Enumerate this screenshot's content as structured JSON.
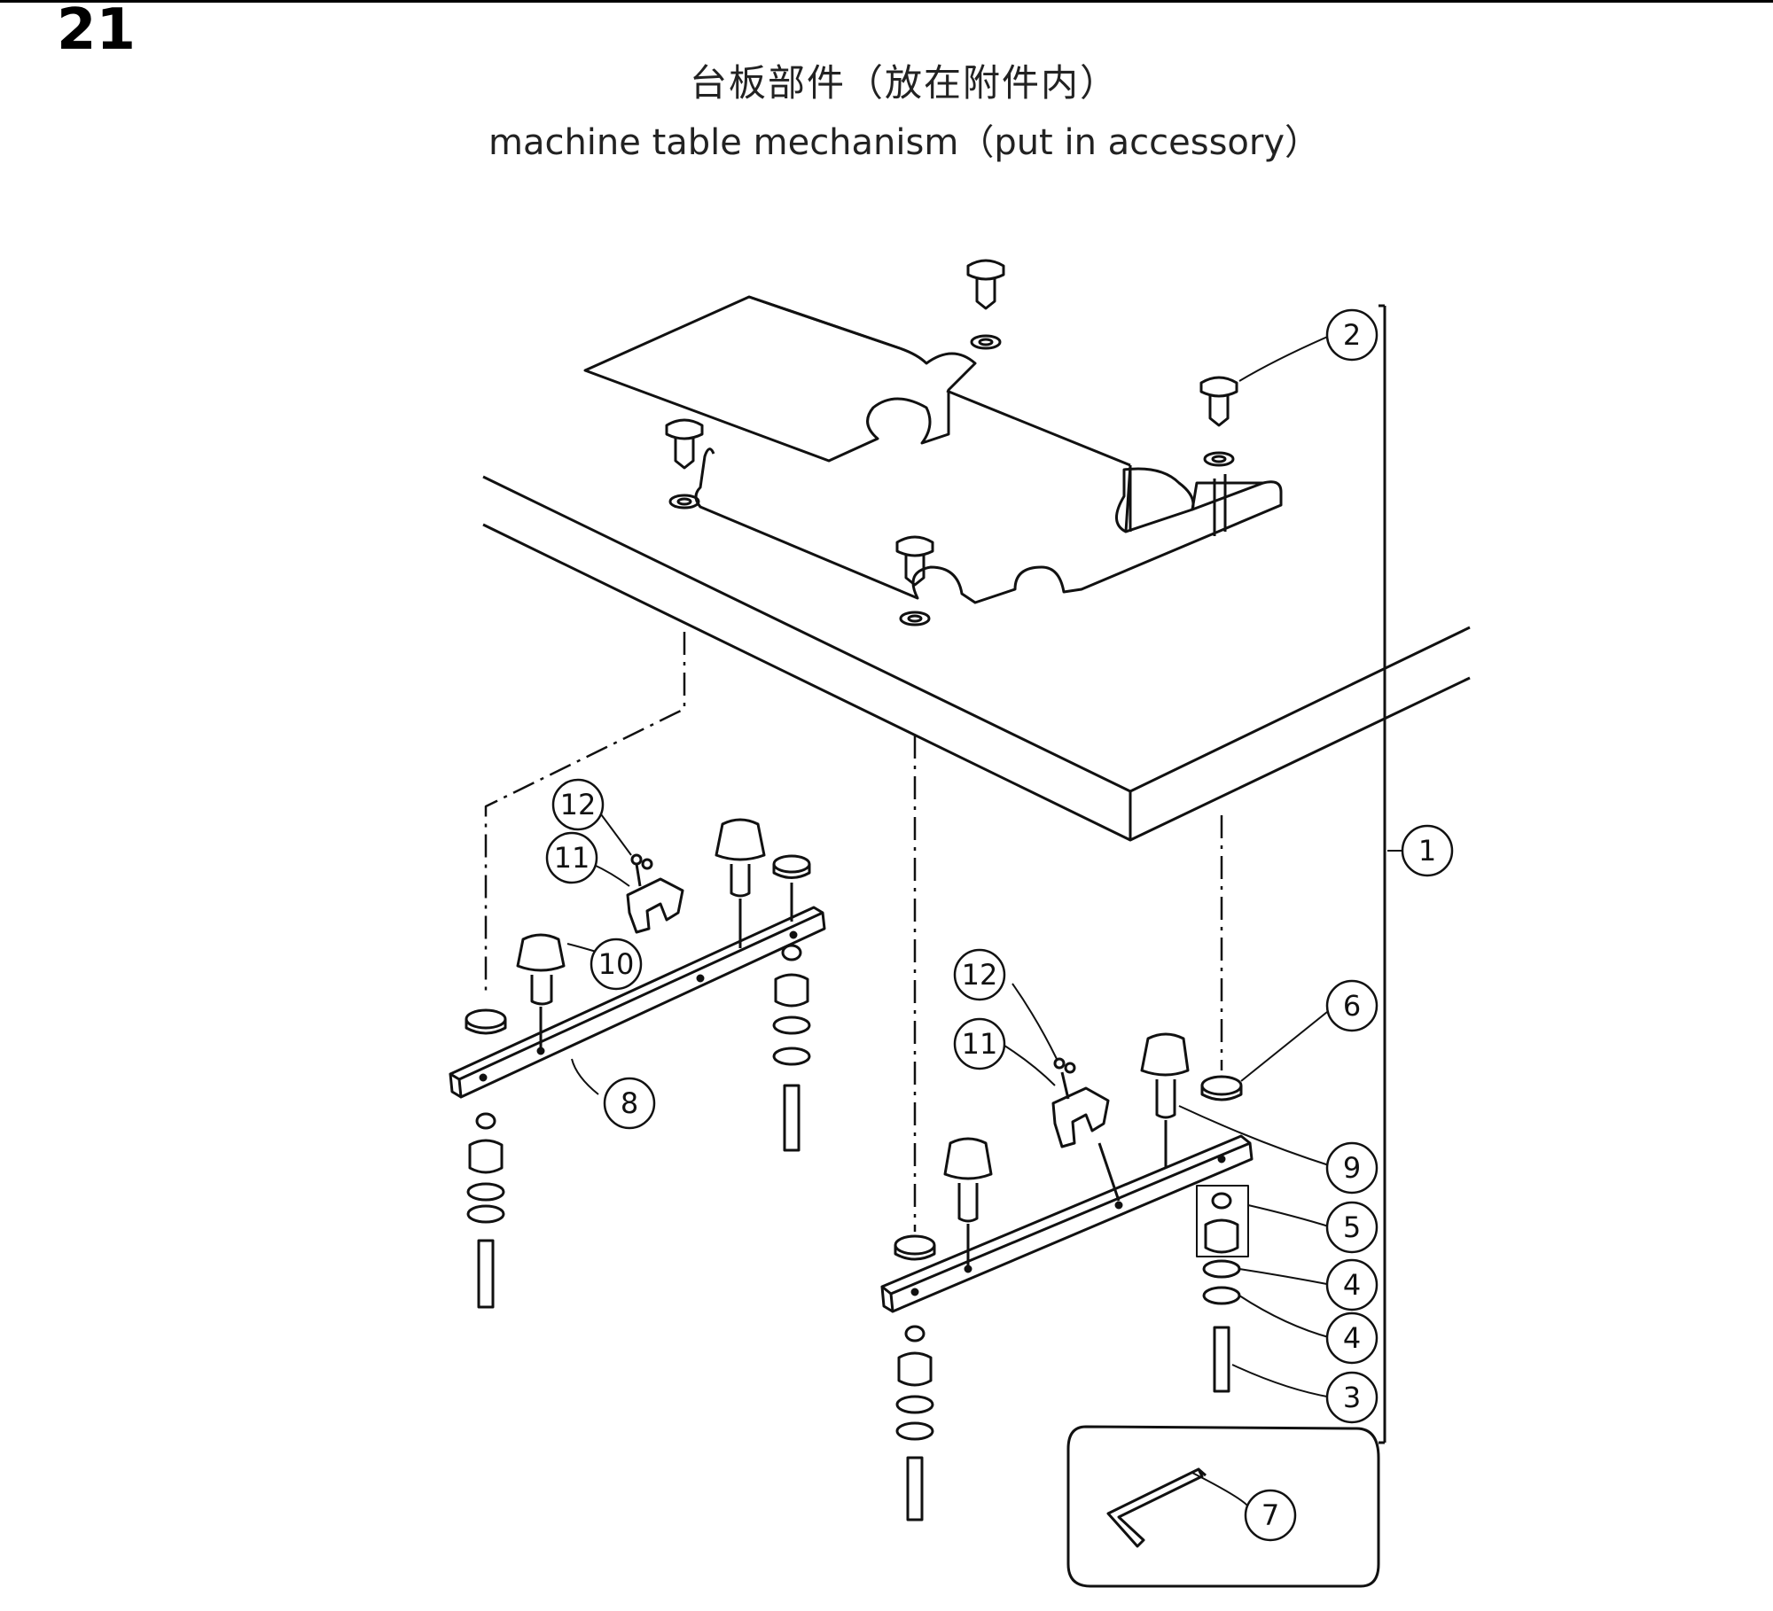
{
  "page_number": "21",
  "title_cn": "台板部件（放在附件内）",
  "title_en": "machine table mechanism（put in accessory）",
  "callouts": {
    "c1": "1",
    "c2": "2",
    "c3": "3",
    "c4a": "4",
    "c4b": "4",
    "c5": "5",
    "c6": "6",
    "c7": "7",
    "c8": "8",
    "c9": "9",
    "c10": "10",
    "c11a": "11",
    "c12a": "12",
    "c11b": "11",
    "c12b": "12"
  }
}
